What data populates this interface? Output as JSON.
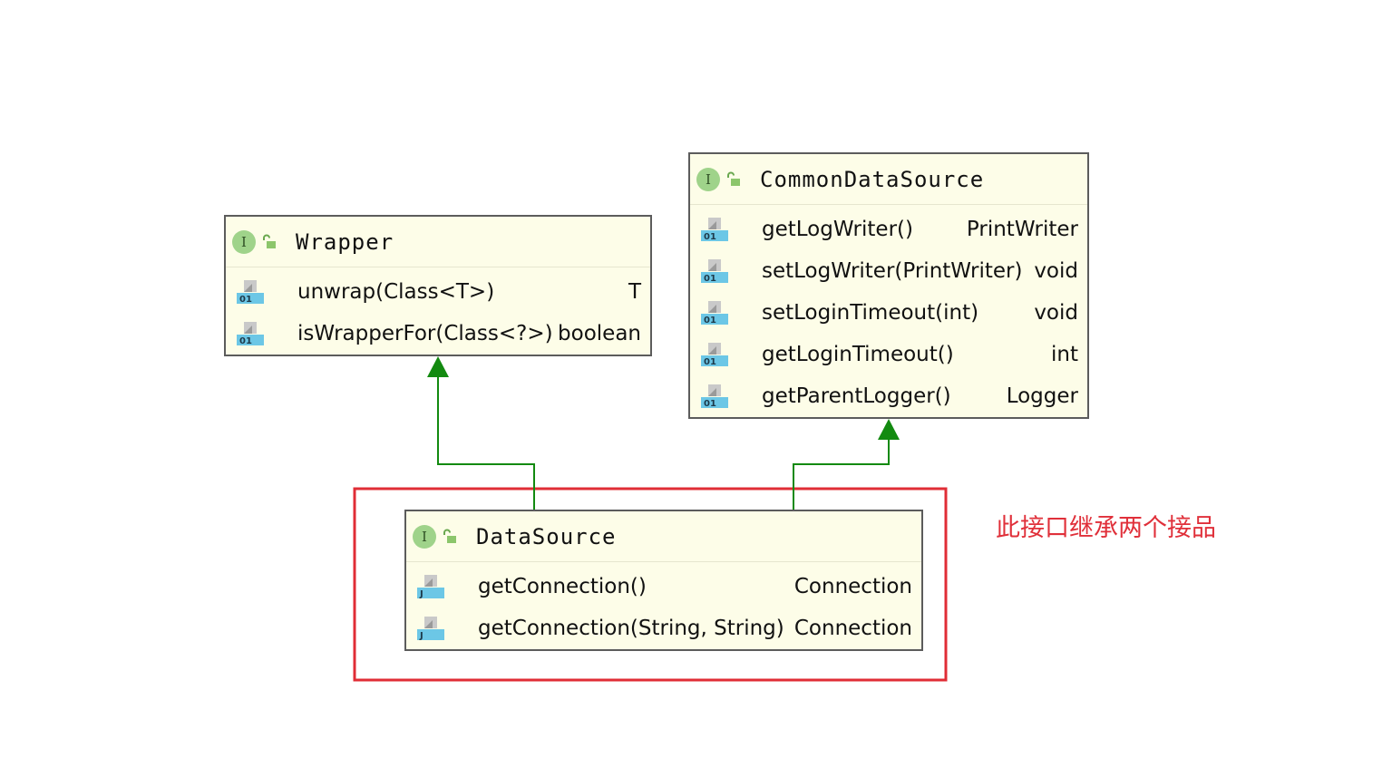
{
  "note": "此接口继承两个接品",
  "colors": {
    "box_bg": "#fdfde8",
    "box_border": "#5c5c5c",
    "arrow": "#138a10",
    "highlight": "#e02d36",
    "interface_icon": "#9fd38a",
    "method_icon": "#6cc7e6"
  },
  "classes": {
    "wrapper": {
      "kind": "I",
      "name": "Wrapper",
      "methods": [
        {
          "name": "unwrap(Class<T>)",
          "type": "T",
          "badge": "01"
        },
        {
          "name": "isWrapperFor(Class<?>)",
          "type": "boolean",
          "badge": "01"
        }
      ]
    },
    "common": {
      "kind": "I",
      "name": "CommonDataSource",
      "methods": [
        {
          "name": "getLogWriter()",
          "type": "PrintWriter",
          "badge": "01"
        },
        {
          "name": "setLogWriter(PrintWriter)",
          "type": "void",
          "badge": "01"
        },
        {
          "name": "setLoginTimeout(int)",
          "type": "void",
          "badge": "01"
        },
        {
          "name": "getLoginTimeout()",
          "type": "int",
          "badge": "01"
        },
        {
          "name": "getParentLogger()",
          "type": "Logger",
          "badge": "01"
        }
      ]
    },
    "datasource": {
      "kind": "I",
      "name": "DataSource",
      "methods": [
        {
          "name": "getConnection()",
          "type": "Connection",
          "badge": "J"
        },
        {
          "name": "getConnection(String, String)",
          "type": "Connection",
          "badge": "J"
        }
      ]
    }
  }
}
